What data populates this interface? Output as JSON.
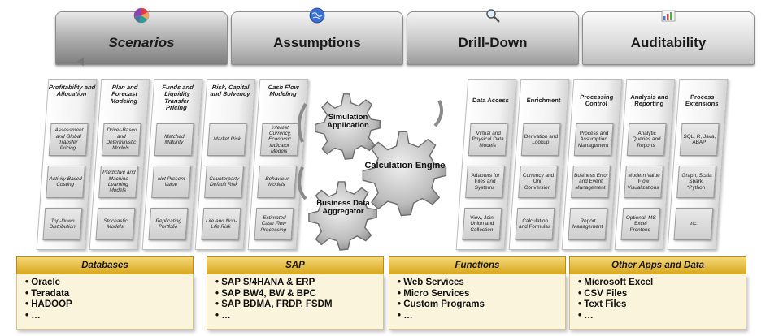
{
  "banner": {
    "tabs": [
      {
        "label": "Scenarios",
        "icon": "color-wheel-icon"
      },
      {
        "label": "Assumptions",
        "icon": "globe-icon"
      },
      {
        "label": "Drill-Down",
        "icon": "magnifier-icon"
      },
      {
        "label": "Auditability",
        "icon": "chart-icon"
      }
    ]
  },
  "left_columns": [
    {
      "title": "Profitability and Allocation",
      "cells": [
        "Assessment and Global Transfer Pricing",
        "Activity Based Costing",
        "Top-Down Distribution"
      ]
    },
    {
      "title": "Plan and Forecast Modeling",
      "cells": [
        "Driver-Based and Deterministic Models",
        "Predictive and Machine Learning Models",
        "Stochastic Models"
      ]
    },
    {
      "title": "Funds and Liquidity Transfer Pricing",
      "cells": [
        "Matched Maturity",
        "Net Present Value",
        "Replicating Portfolio"
      ]
    },
    {
      "title": "Risk, Capital and Solvency",
      "cells": [
        "Market Risk",
        "Counterparty Default Risk",
        "Life and Non-Life Risk"
      ]
    },
    {
      "title": "Cash Flow Modeling",
      "cells": [
        "Interest, Currency, Economic Indicator Models",
        "Behaviour Models",
        "Estimated Cash Flow Processing"
      ]
    }
  ],
  "gears": {
    "top": "Simulation Application",
    "middle": "Calculation Engine",
    "bottom": "Business Data Aggregator"
  },
  "right_columns": [
    {
      "title": "Data Access",
      "cells": [
        "Virtual and Physical Data Models",
        "Adapters for Files and Systems",
        "View, Join, Union and Collection"
      ]
    },
    {
      "title": "Enrichment",
      "cells": [
        "Derivation and Lookup",
        "Currency and Unit Conversion",
        "Calculation and Formulas"
      ]
    },
    {
      "title": "Processing Control",
      "cells": [
        "Process and Assumption Management",
        "Business Error and Event Management",
        "Report Management"
      ]
    },
    {
      "title": "Analysis and Reporting",
      "cells": [
        "Analytic Queries and Reports",
        "Modern Value Flow Visualizations",
        "Optional: MS Excel Frontend"
      ]
    },
    {
      "title": "Process Extensions",
      "cells": [
        "SQL, R, Java, ABAP",
        "Graph, Scala Spark, *Python",
        "etc."
      ]
    }
  ],
  "sources": [
    {
      "title": "Databases",
      "items": [
        "Oracle",
        "Teradata",
        "HADOOP",
        "…"
      ]
    },
    {
      "title": "SAP",
      "items": [
        "SAP S/4HANA & ERP",
        "SAP BW4, BW & BPC",
        "SAP BDMA, FRDP, FSDM",
        "…"
      ]
    },
    {
      "title": "Functions",
      "items": [
        "Web Services",
        "Micro Services",
        "Custom Programs",
        "…"
      ]
    },
    {
      "title": "Other Apps and Data",
      "items": [
        "Microsoft Excel",
        "CSV Files",
        "Text Files",
        "…"
      ]
    }
  ],
  "colors": {
    "source_header": "#d9a91f",
    "source_body": "#fbf4dc",
    "gear": "#b5b5b5",
    "tab": "#c9c9c9"
  }
}
